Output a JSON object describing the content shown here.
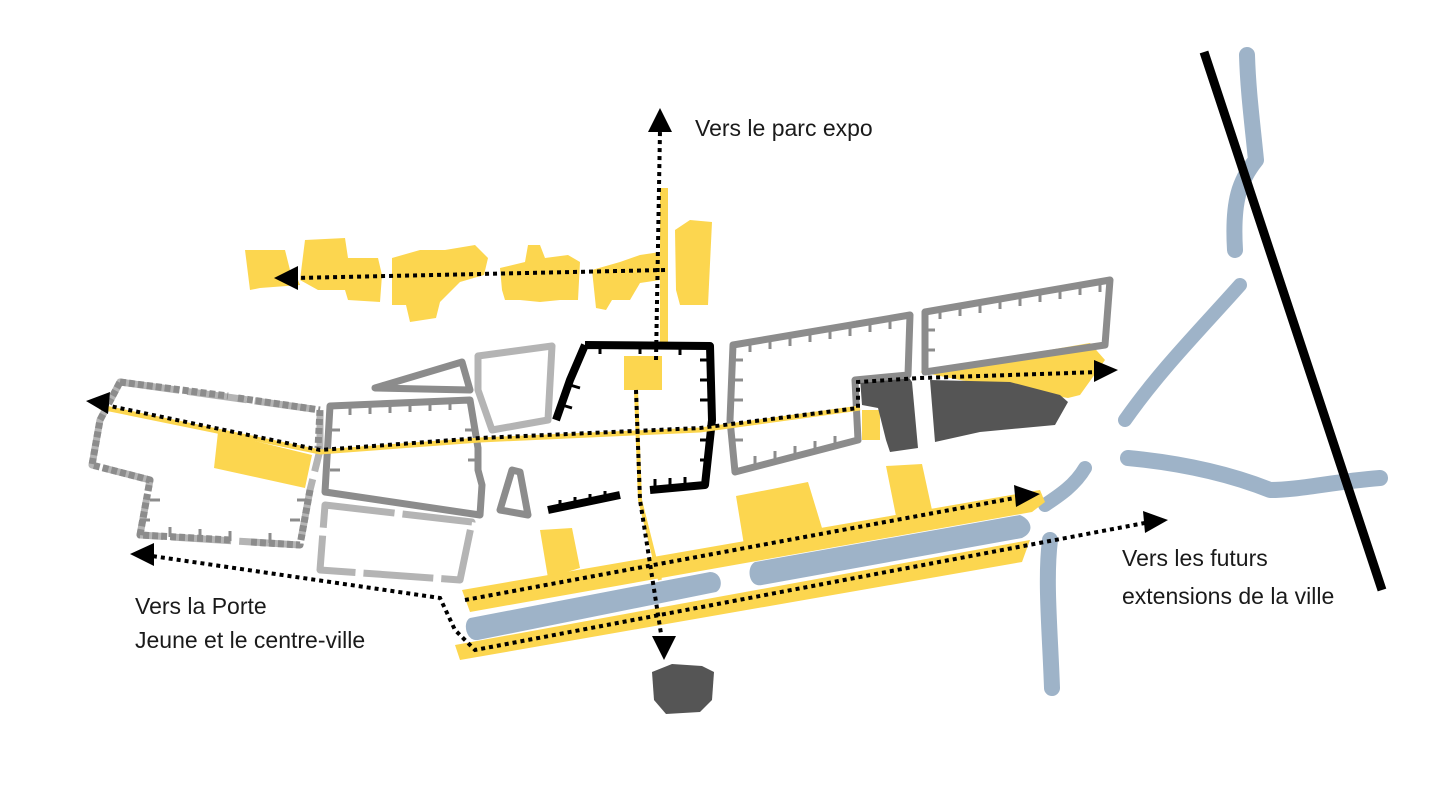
{
  "labels": {
    "parc_expo": "Vers le parc expo",
    "porte_line1": "Vers la Porte",
    "porte_line2": "Jeune et le centre-ville",
    "futurs_line1": "Vers les futurs",
    "futurs_line2": "extensions de la ville"
  },
  "colors": {
    "yellow": "#fcd64f",
    "canal": "#9eb3c8",
    "rail": "#000000",
    "block_dark": "#555555",
    "block_mid": "#8c8c8c",
    "block_light": "#b4b4b4",
    "path": "#000000"
  }
}
